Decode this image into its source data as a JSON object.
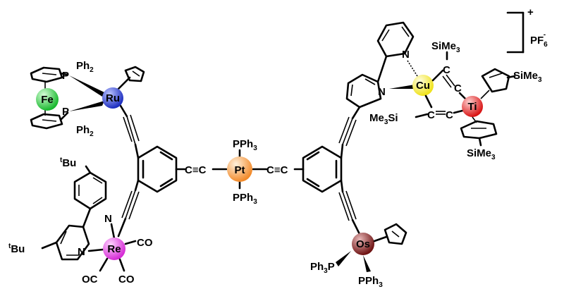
{
  "labels": {
    "pph3_top": "PPh",
    "pph3_bottom": "PPh",
    "pt": "Pt",
    "ru": "Ru",
    "fe": "Fe",
    "p_upper": "P",
    "p_lower": "P",
    "ph2_upper": "Ph",
    "ph2_lower": "Ph",
    "re": "Re",
    "co_1": "CO",
    "co_2": "CO",
    "co_3": "OC",
    "n_re_top": "N",
    "n_re_bottom": "N",
    "tbu_top": "Bu",
    "tbu_bottom": "Bu",
    "tbu_prefix": "t",
    "cu": "Cu",
    "ti": "Ti",
    "n_cu_top": "N",
    "n_cu_bottom": "N",
    "sime3_1": "SiMe",
    "sime3_2": "SiMe",
    "sime3_3": "SiMe",
    "me3si": "Me",
    "me3si_tail": "Si",
    "c_1": "C",
    "c_2": "C",
    "c_3": "C",
    "c_4": "C",
    "os": "Os",
    "ph3p": "Ph",
    "ph3p_tail": "P",
    "pph3_os": "PPh",
    "sub_2": "2",
    "sub_3": "3",
    "charge": "+",
    "counterion_pf": "PF",
    "counterion_6": "6",
    "counterion_minus": "-",
    "alkyne_pt_left": "C≡C",
    "alkyne_pt_right": "C≡C"
  },
  "colors": {
    "pt": "#f5a04a",
    "ru": "#3b4ad8",
    "fe": "#35d84a",
    "re": "#e34ce3",
    "cu": "#f5ef3c",
    "ti": "#e82b2b",
    "os": "#8a2a2a"
  }
}
